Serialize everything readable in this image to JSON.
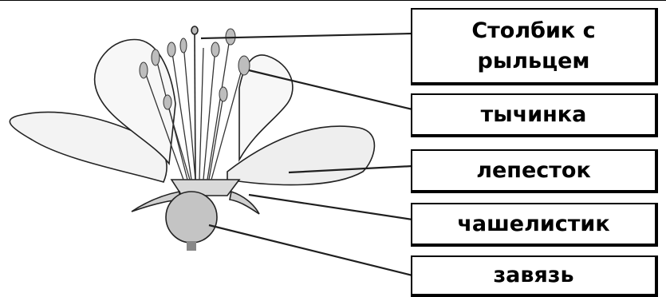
{
  "diagram": {
    "labels": {
      "pistil": "Столбик с рыльцем",
      "stamen": "тычинка",
      "petal": "лепесток",
      "sepal": "чашелистик",
      "ovary": "завязь"
    }
  }
}
